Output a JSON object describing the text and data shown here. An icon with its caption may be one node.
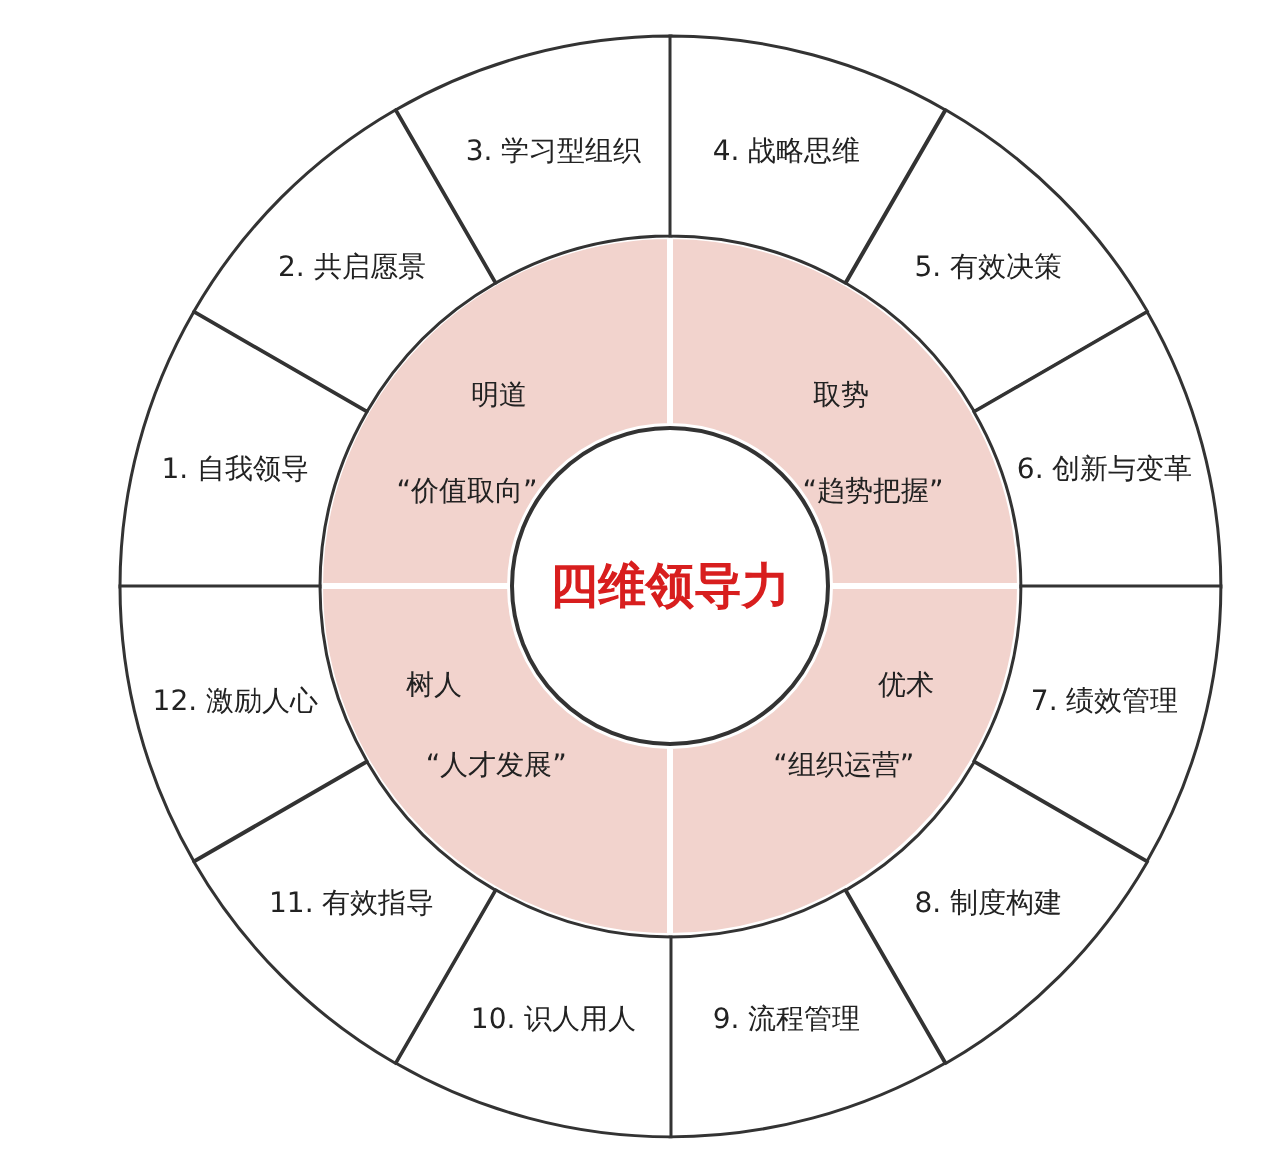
{
  "diagram": {
    "nodes": [
      {
        "text": [
          "明道",
          "“价值取向”"
        ]
      },
      {
        "text": [
          "取势",
          "“趋势把握”"
        ]
      },
      {
        "text": [
          "树人",
          "“人才发展”"
        ]
      },
      {
        "text": [
          "优术",
          "“组织运营”"
        ]
      },
      {
        "text": [
          "四维领导力"
        ]
      },
      {
        "text": [
          "1. 自我领导"
        ]
      },
      {
        "text": [
          "2. 共启愿景"
        ]
      },
      {
        "text": [
          "3. 学习型组织"
        ]
      },
      {
        "text": [
          "4. 战略思维"
        ]
      },
      {
        "text": [
          "5. 有效决策"
        ]
      },
      {
        "text": [
          "6. 创新与变革"
        ]
      },
      {
        "text": [
          "7. 绩效管理"
        ]
      },
      {
        "text": [
          "8. 制度构建"
        ]
      },
      {
        "text": [
          "9. 流程管理"
        ]
      },
      {
        "text": [
          "10. 识人用人"
        ]
      },
      {
        "text": [
          "11. 有效指导"
        ]
      },
      {
        "text": [
          "12. 激励人心"
        ]
      }
    ],
    "edges": []
  }
}
